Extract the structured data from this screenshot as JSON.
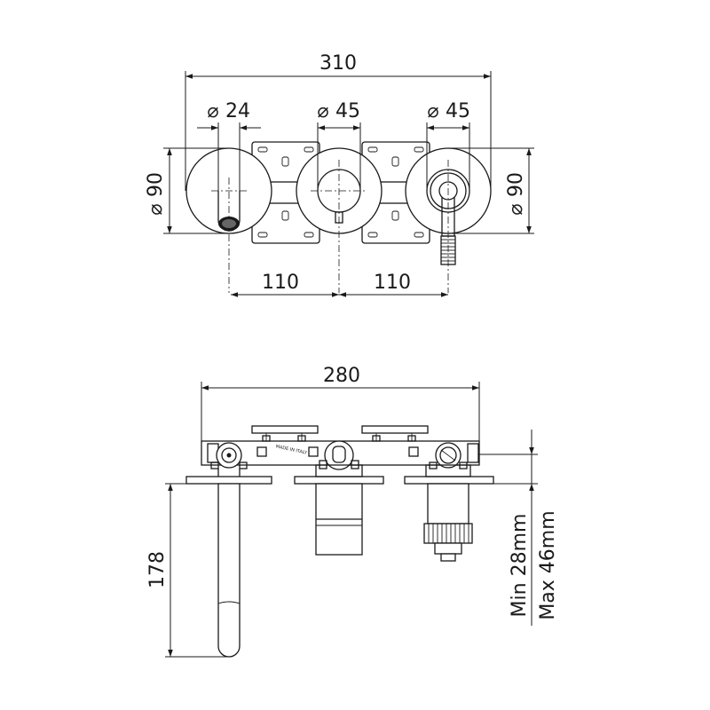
{
  "top_view": {
    "overall_width": "310",
    "spout_diameter": "24",
    "mixer_diameter": "45",
    "diverter_diameter": "45",
    "plate_diameter_left": "90",
    "plate_diameter_right": "90",
    "center_spacing_left": "110",
    "center_spacing_right": "110",
    "diameter_symbol": "⌀"
  },
  "side_view": {
    "body_width": "280",
    "spout_projection": "178",
    "wall_depth_min": "Min 28mm",
    "wall_depth_max": "Max 46mm",
    "body_marking": "MADE IN ITALY"
  }
}
